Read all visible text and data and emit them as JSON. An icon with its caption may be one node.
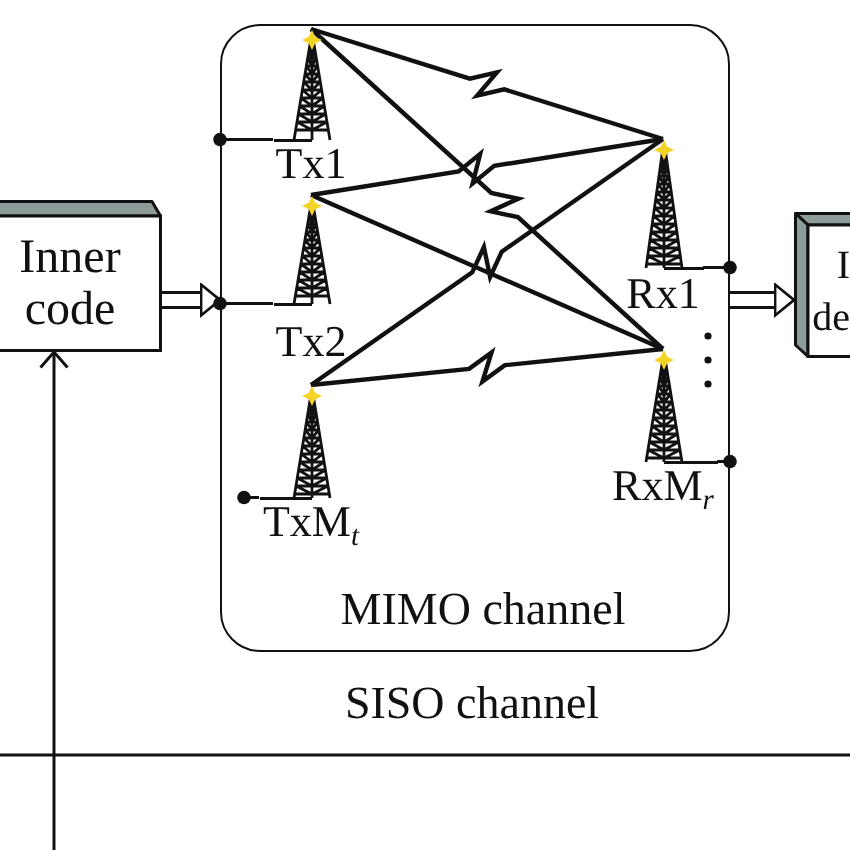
{
  "diagram": {
    "nodes": [
      {
        "text": [
          "Inner code"
        ]
      },
      {
        "text": [
          "MIMO channel"
        ]
      },
      {
        "text": [
          "Tx1"
        ],
        "in": 1
      },
      {
        "text": [
          "Tx2"
        ],
        "in": 1
      },
      {
        "text": [
          "TxM$_{t}$"
        ],
        "in": 1
      },
      {
        "text": [
          "Rx1"
        ],
        "in": 1
      },
      {
        "text": [
          "RxM$_{r}$"
        ],
        "in": 1
      },
      {
        "text": [
          "I de"
        ]
      }
    ],
    "edges": [
      {
        "from": 0,
        "to": 1,
        "arrow": "to",
        "style": "thick"
      },
      {
        "from": 1,
        "to": 2,
        "arrow": "other"
      },
      {
        "from": 1,
        "to": 3,
        "arrow": "other"
      },
      {
        "from": null,
        "to": 4,
        "arrow": "other"
      },
      {
        "from": 1,
        "to": 5,
        "arrow": "other"
      },
      {
        "from": 1,
        "to": 6,
        "arrow": "other"
      },
      {
        "from": 1,
        "to": 7,
        "arrow": "to",
        "style": "thick"
      },
      {
        "from": null,
        "to": 0,
        "arrow": "to"
      },
      {
        "from": 2,
        "to": 5,
        "arrow": "none"
      },
      {
        "from": 2,
        "to": 6,
        "arrow": "none"
      },
      {
        "from": 3,
        "to": 5,
        "arrow": "none"
      },
      {
        "from": 3,
        "to": 6,
        "arrow": "none"
      },
      {
        "from": 4,
        "to": 5,
        "arrow": "none"
      },
      {
        "from": 4,
        "to": 6,
        "arrow": "none"
      }
    ],
    "labels": [
      "SISO channel"
    ]
  }
}
